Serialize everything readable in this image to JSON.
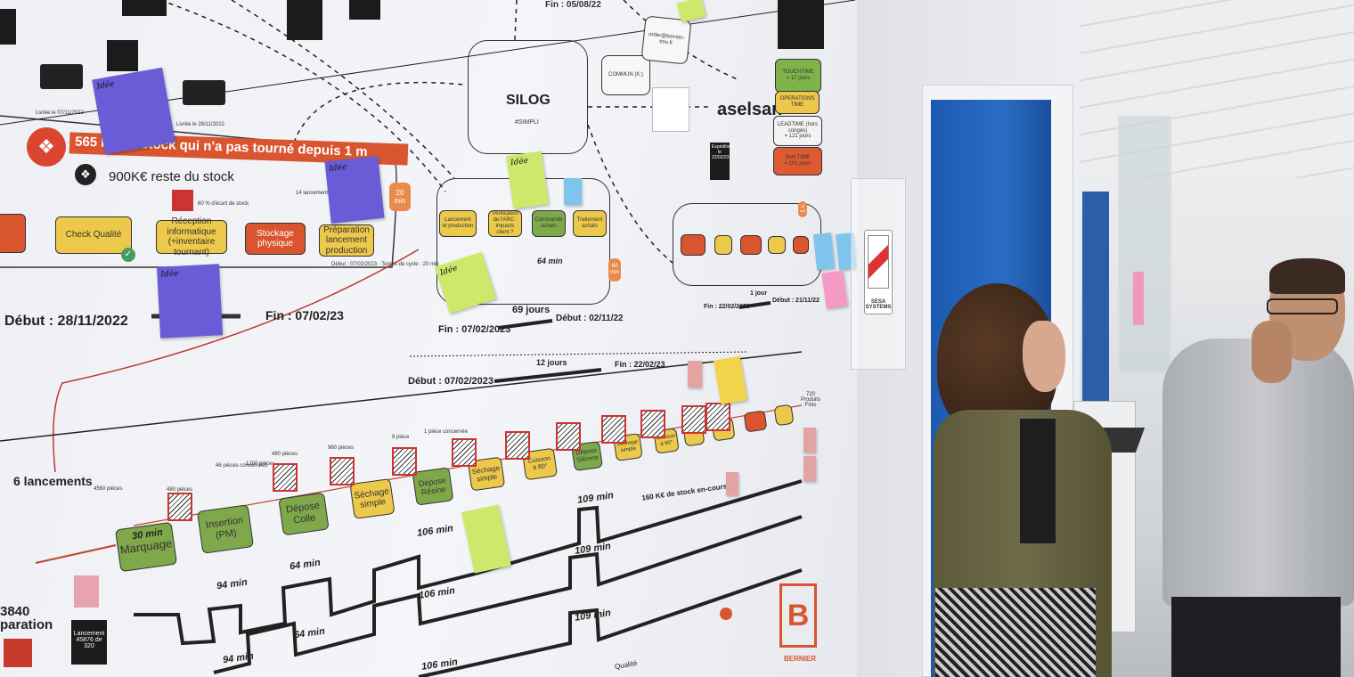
{
  "poster": {
    "top": {
      "fin_top": "Fin : 05/08/22",
      "livree_1": "Livrée le 07/11/2022",
      "livree_2": "Livrée le 28/11/2022"
    },
    "banner": {
      "stock_unturned": "565 K€ de stock qui n'a pas tourné depuis 1 m",
      "stock_remaining": "900K€ reste du stock",
      "ecart": "60 % d'écart de stock",
      "lancements": "14 lancements",
      "time_tag": "20 min"
    },
    "row1": {
      "steps": [
        "Check Qualité",
        "Réception informatique (+inventaire tournant)",
        "Stockage physique",
        "Préparation lancement production"
      ],
      "step_info": "Début : 07/02/2023 · Temps de cycle : 20 min",
      "debut": "Début : 28/11/2022",
      "fin": "Fin : 07/02/23"
    },
    "erp": {
      "name": "SILOG",
      "tag": "#SIMPLI",
      "commun": "COMMUN (K:)",
      "email": "order@bernier-tms.fr",
      "customer": "aselsan",
      "expedition": "Expédition le 22/02/23"
    },
    "metrics": [
      {
        "label": "TOUCHTIME",
        "value": "= 17 jours",
        "color": "#7fb34a"
      },
      {
        "label": "OPERATIONS TIME",
        "value": "",
        "color": "#eec64a"
      },
      {
        "label": "LEADTIME (hors congés)",
        "value": "= 121 jours",
        "color": "#f3f3f3"
      },
      {
        "label": "NVA TIME",
        "value": "= 101 jours",
        "color": "#dd5a33"
      }
    ],
    "purchasing": {
      "steps": [
        "Lancement et production",
        "Vérification de l'ARC : impacts client ?",
        "Commande achats",
        "Traitement achats"
      ],
      "cycle": "64 min",
      "duration": "69 jours",
      "fin": "Fin : 07/02/2023",
      "debut": "Début : 02/11/22",
      "time_tag": "60 min"
    },
    "shipping": {
      "duration": "1 jour",
      "fin": "Fin : 22/02/2023",
      "debut": "Début : 21/11/22",
      "time_tag": "40 min"
    },
    "production": {
      "debut": "Début : 07/02/2023",
      "duration": "12 jours",
      "fin": "Fin : 22/02/23",
      "lancements": "6 lancements",
      "pieces": "4560 pièces",
      "count": "3840",
      "prep": "paration",
      "launch_card": "Lancement 45876 de 320",
      "finished": "720 Produits Finis",
      "wip": "160 K€ de stock en-cours",
      "quality": "Qualité",
      "steps": [
        "Marquage",
        "Insertion (PM)",
        "Dépose Colle",
        "Séchage simple",
        "Dépose Résine",
        "Séchage simple",
        "Cuisson à 80°",
        "Dépose Silicone",
        "Séchage simple",
        "Cuisson à 80°"
      ],
      "qty": [
        "480 pièces",
        "46 pièces concernées",
        "1200 pièces",
        "480 pièces",
        "960 pièces",
        "8 pièce",
        "1 pièce concernée"
      ],
      "times": [
        "30 min",
        "94 min",
        "64 min",
        "106 min",
        "109 min",
        "106 min",
        "109 min",
        "94 min",
        "64 min",
        "106 min",
        "109 min"
      ]
    },
    "notes": {
      "idea": "Idée"
    },
    "logos": {
      "bernier": "B",
      "bernier_text": "BERNIER",
      "sesa": "SESA SYSTEMS"
    }
  },
  "colors": {
    "process_yellow": "#ecc94a",
    "process_green": "#7fa84a",
    "process_red": "#d9552f",
    "door_blue": "#1d5fb0",
    "sticky_purple": "#6a5bd6"
  }
}
